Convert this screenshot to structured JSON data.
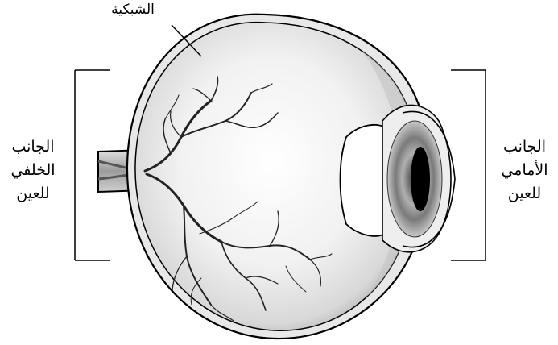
{
  "labels": {
    "retina": "الشبكية",
    "back_of_eye": [
      "الجانب",
      "الخلفي",
      "للعين"
    ],
    "front_of_eye": [
      "الجانب",
      "الأمامي",
      "للعين"
    ]
  },
  "colors": {
    "outline": "#000000",
    "background": "#ffffff",
    "eyeball_inner": "#f4f4f4",
    "eyeball_edge": "#9a9a9a",
    "iris": "#8c8c8c",
    "pupil": "#000000"
  }
}
